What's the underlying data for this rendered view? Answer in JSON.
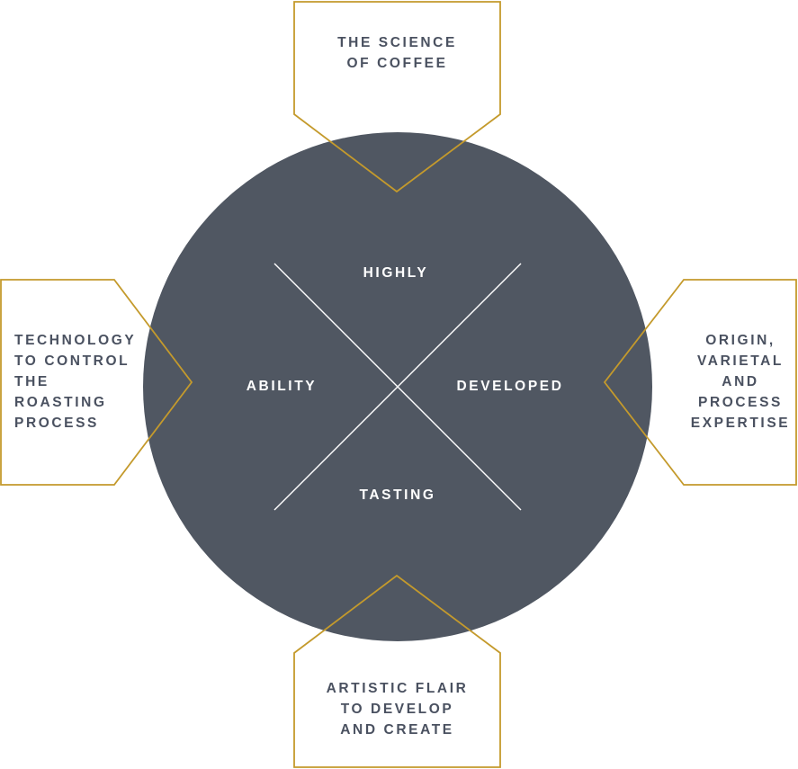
{
  "colors": {
    "circle": "#505762",
    "accent": "#c49a2c",
    "dark_text": "#4a5160",
    "light_text": "#ffffff",
    "cross": "#ffffff"
  },
  "center": {
    "top": "HIGHLY",
    "left": "ABILITY",
    "right": "DEVELOPED",
    "bottom": "TASTING"
  },
  "callouts": {
    "top": [
      "THE SCIENCE",
      "OF COFFEE"
    ],
    "left": [
      "TECHNOLOGY",
      "TO CONTROL",
      "THE",
      "ROASTING",
      "PROCESS"
    ],
    "right": [
      "ORIGIN,",
      "VARIETAL",
      "AND",
      "PROCESS",
      "EXPERTISE"
    ],
    "bottom": [
      "ARTISTIC FLAIR",
      "TO DEVELOP",
      "AND CREATE"
    ]
  }
}
